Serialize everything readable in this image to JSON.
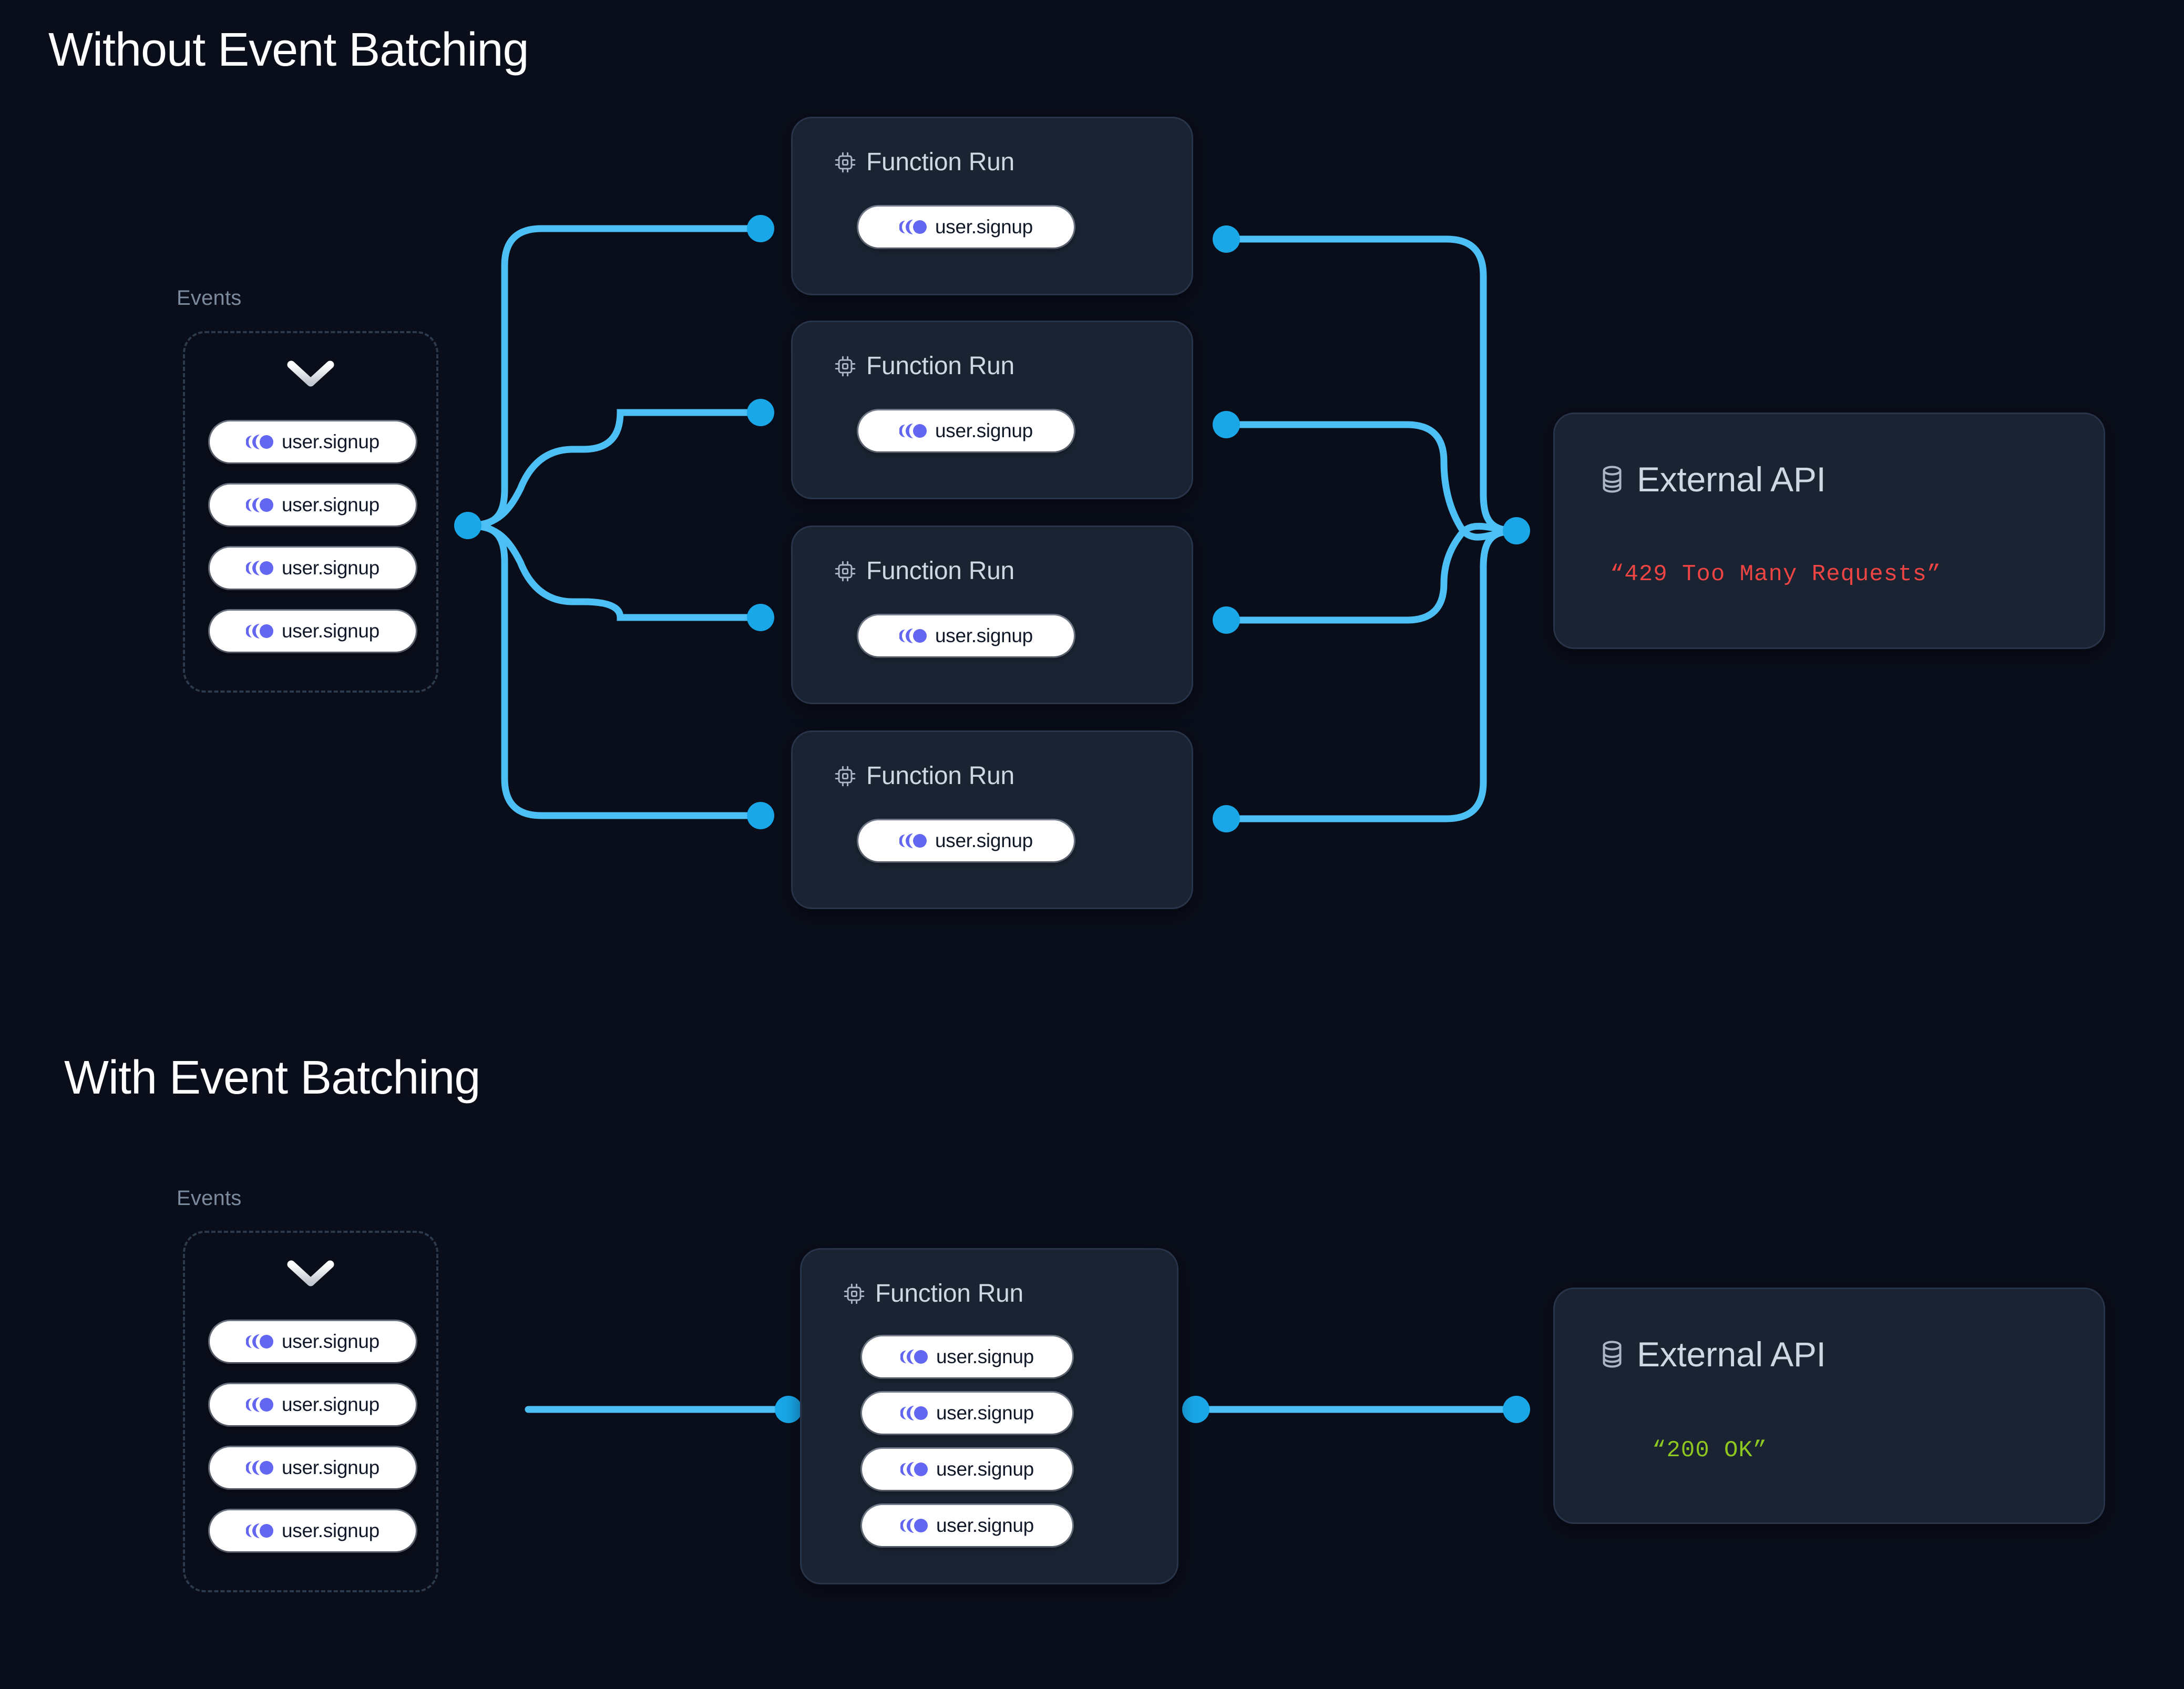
{
  "page": {
    "background_color": "#0a0e1a",
    "accent_color": "#2bacf0",
    "edge_color": "#4cc0f5",
    "event_icon_color": "#6366f1",
    "card_bg_color": "#1a2332",
    "card_border_color": "#28344a",
    "error_color": "#ef4444",
    "success_color": "#8ec71f"
  },
  "sections": [
    {
      "id": "without-batching",
      "title": "Without Event Batching",
      "events": {
        "label": "Events",
        "chevron_icon": "chevron-down-icon",
        "items": [
          {
            "icon": "event-trail-icon",
            "label": "user.signup"
          },
          {
            "icon": "event-trail-icon",
            "label": "user.signup"
          },
          {
            "icon": "event-trail-icon",
            "label": "user.signup"
          },
          {
            "icon": "event-trail-icon",
            "label": "user.signup"
          }
        ]
      },
      "function_runs": [
        {
          "icon": "cpu-chip-icon",
          "title": "Function Run",
          "events": [
            {
              "icon": "event-trail-icon",
              "label": "user.signup"
            }
          ]
        },
        {
          "icon": "cpu-chip-icon",
          "title": "Function Run",
          "events": [
            {
              "icon": "event-trail-icon",
              "label": "user.signup"
            }
          ]
        },
        {
          "icon": "cpu-chip-icon",
          "title": "Function Run",
          "events": [
            {
              "icon": "event-trail-icon",
              "label": "user.signup"
            }
          ]
        },
        {
          "icon": "cpu-chip-icon",
          "title": "Function Run",
          "events": [
            {
              "icon": "event-trail-icon",
              "label": "user.signup"
            }
          ]
        }
      ],
      "external_api": {
        "icon": "database-icon",
        "title": "External API",
        "status_text": "“429 Too Many Requests”",
        "status_color": "#ef4444"
      }
    },
    {
      "id": "with-batching",
      "title": "With Event Batching",
      "events": {
        "label": "Events",
        "chevron_icon": "chevron-down-icon",
        "items": [
          {
            "icon": "event-trail-icon",
            "label": "user.signup"
          },
          {
            "icon": "event-trail-icon",
            "label": "user.signup"
          },
          {
            "icon": "event-trail-icon",
            "label": "user.signup"
          },
          {
            "icon": "event-trail-icon",
            "label": "user.signup"
          }
        ]
      },
      "function_runs": [
        {
          "icon": "cpu-chip-icon",
          "title": "Function Run",
          "events": [
            {
              "icon": "event-trail-icon",
              "label": "user.signup"
            },
            {
              "icon": "event-trail-icon",
              "label": "user.signup"
            },
            {
              "icon": "event-trail-icon",
              "label": "user.signup"
            },
            {
              "icon": "event-trail-icon",
              "label": "user.signup"
            }
          ]
        }
      ],
      "external_api": {
        "icon": "database-icon",
        "title": "External API",
        "status_text": "“200 OK”",
        "status_color": "#8ec71f"
      }
    }
  ]
}
